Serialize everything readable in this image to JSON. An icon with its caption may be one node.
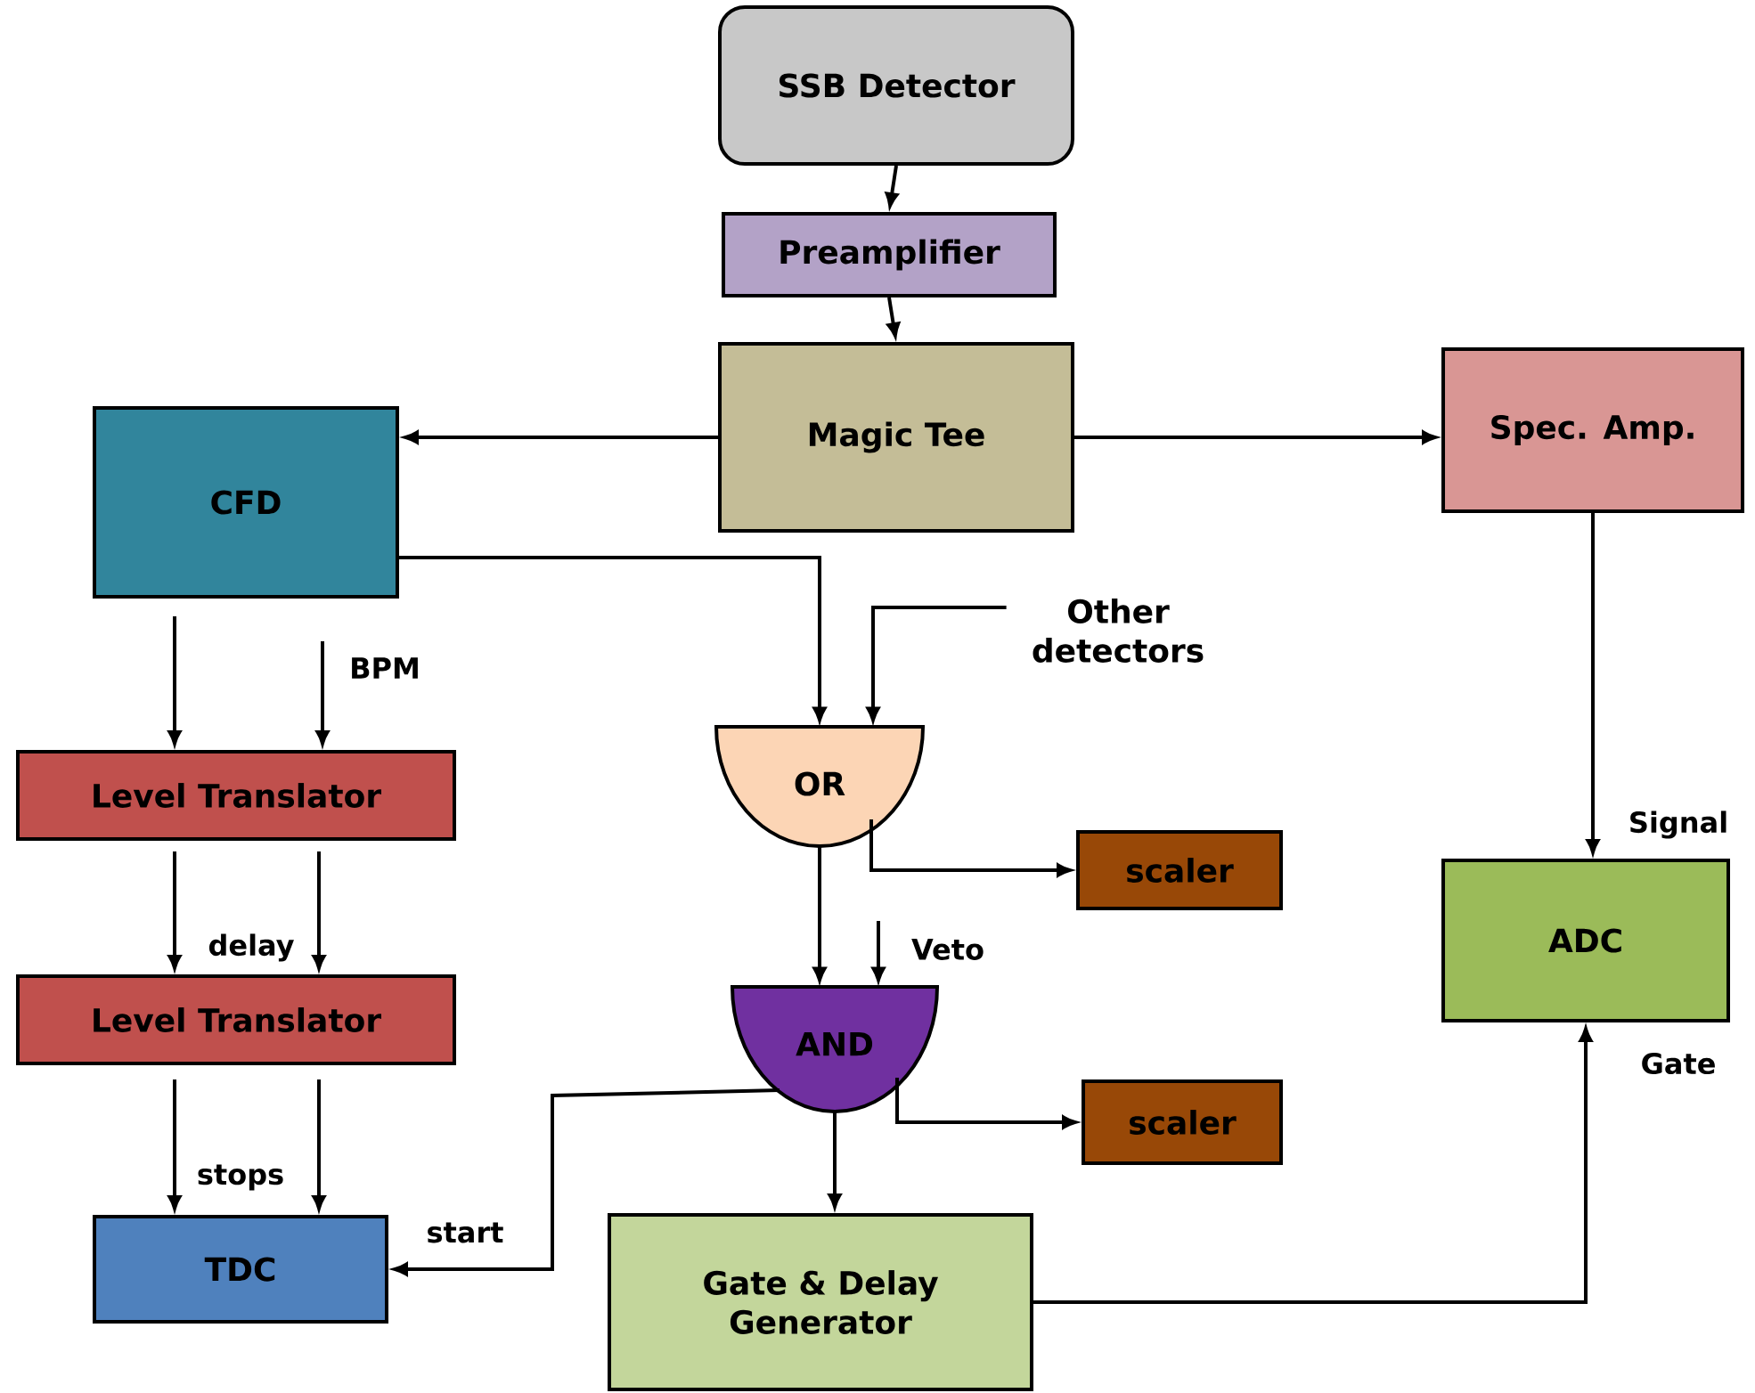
{
  "diagram": {
    "nodes": [
      {
        "text": [
          "SSB Detector"
        ]
      },
      {
        "text": [
          "Preamplifier"
        ]
      },
      {
        "text": [
          "Magic Tee"
        ]
      },
      {
        "text": [
          "Spec. Amp."
        ]
      },
      {
        "text": [
          "CFD"
        ]
      },
      {
        "text": [
          "Other detectors"
        ]
      },
      {
        "text": [
          "OR"
        ]
      },
      {
        "text": [
          "Level Translator"
        ]
      },
      {
        "text": [
          "scaler"
        ]
      },
      {
        "text": [
          "ADC"
        ]
      },
      {
        "text": [
          "Level Translator"
        ]
      },
      {
        "text": [
          "AND"
        ]
      },
      {
        "text": [
          "scaler"
        ]
      },
      {
        "text": [
          "TDC"
        ]
      },
      {
        "text": [
          "Gate & Delay Generator"
        ]
      }
    ],
    "edges": [
      {
        "from": 0,
        "to": 1,
        "arrow": "to"
      },
      {
        "from": 1,
        "to": 2,
        "arrow": "to"
      },
      {
        "from": 2,
        "to": 4,
        "arrow": "to"
      },
      {
        "from": 2,
        "to": 3,
        "arrow": "to"
      },
      {
        "from": 4,
        "to": 6,
        "arrow": "to"
      },
      {
        "from": 5,
        "to": 6,
        "arrow": "to"
      },
      {
        "from": 6,
        "to": 8,
        "arrow": "to"
      },
      {
        "from": 6,
        "to": 11,
        "arrow": "to"
      },
      {
        "from": null,
        "to": 11,
        "arrow": "to",
        "label": "Veto"
      },
      {
        "from": 11,
        "to": 12,
        "arrow": "to"
      },
      {
        "from": 11,
        "to": 14,
        "arrow": "to"
      },
      {
        "from": 11,
        "to": 13,
        "arrow": "to",
        "label": "start"
      },
      {
        "from": 3,
        "to": 9,
        "arrow": "to",
        "label": "Signal"
      },
      {
        "from": 14,
        "to": 9,
        "arrow": "to",
        "label": "Gate"
      },
      {
        "from": 4,
        "to": 7,
        "arrow": "to"
      },
      {
        "from": null,
        "to": 7,
        "arrow": "to",
        "label": "BPM"
      },
      {
        "from": 7,
        "to": 10,
        "arrow": "to"
      },
      {
        "from": 7,
        "to": 10,
        "arrow": "to",
        "label": "delay"
      },
      {
        "from": 10,
        "to": 13,
        "arrow": "to"
      },
      {
        "from": 10,
        "to": 13,
        "arrow": "to",
        "label": "stops"
      }
    ]
  }
}
